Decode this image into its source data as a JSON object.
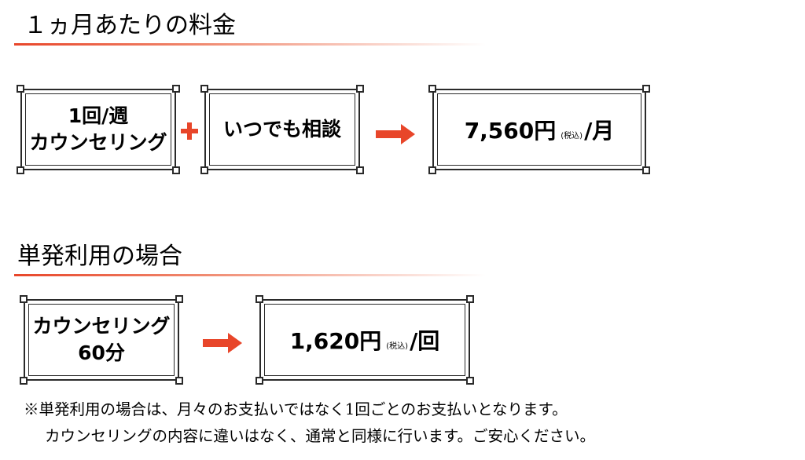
{
  "monthly": {
    "title": "１ヵ月あたりの料金",
    "box1_line1": "1回/週",
    "box1_line2": "カウンセリング",
    "box2": "いつでも相談",
    "price": "7,560円",
    "tax": "(税込)",
    "unit": "/月"
  },
  "single": {
    "title": "単発利用の場合",
    "box_line1": "カウンセリング",
    "box_line2": "60分",
    "price": "1,620円",
    "tax": "(税込)",
    "unit": "/回"
  },
  "notes": [
    "※単発利用の場合は、月々のお支払いではなく1回ごとのお支払いとなります。",
    "カウンセリングの内容に違いはなく、通常と同様に行います。ご安心ください。"
  ],
  "colors": {
    "accent": "#e8462a",
    "frame": "#2a2a2a"
  },
  "icons": {
    "plus": "plus-icon",
    "arrow": "arrow-right-icon"
  }
}
